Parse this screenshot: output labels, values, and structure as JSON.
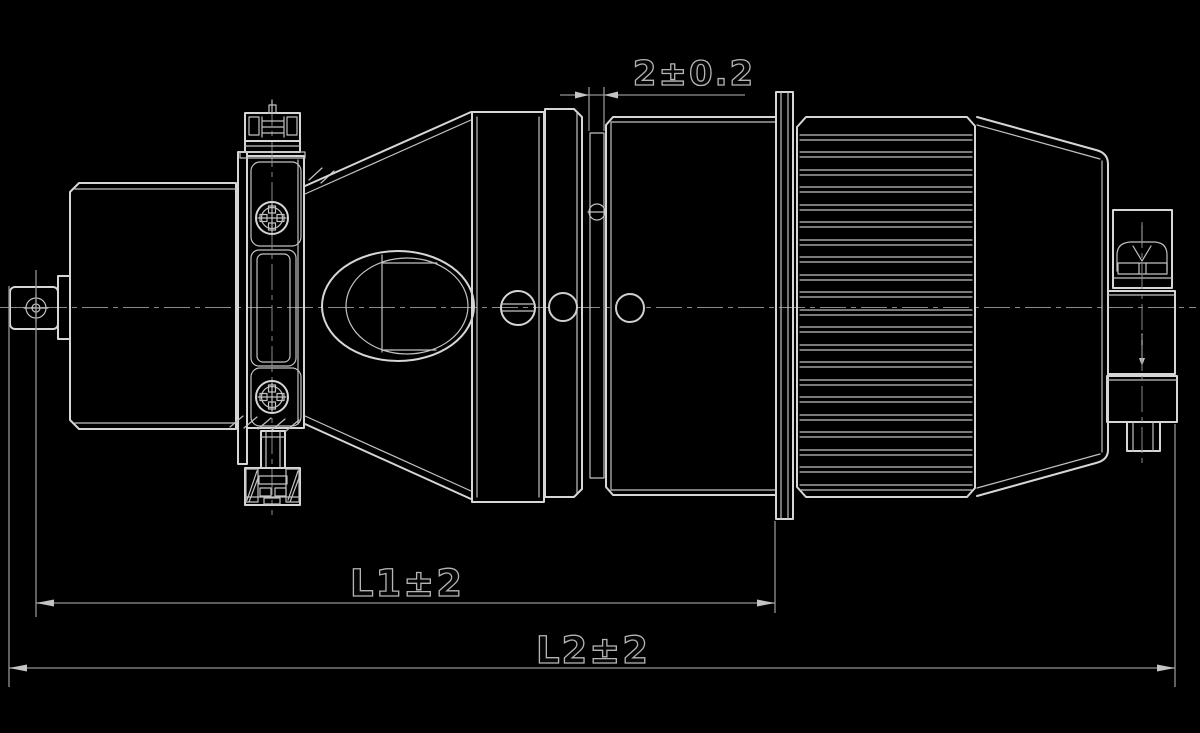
{
  "drawing": {
    "type": "technical-drawing",
    "subject": "circular electrical connector plug, side elevation view",
    "background_color": "#000000",
    "outline_color": "#d6d6d6",
    "secondary_line_color": "#949494",
    "text_color": "#b5b5b5",
    "dimensions": {
      "groove_width": "2±0.2",
      "length_l1": "L1±2",
      "length_l2": "L2±2"
    }
  }
}
